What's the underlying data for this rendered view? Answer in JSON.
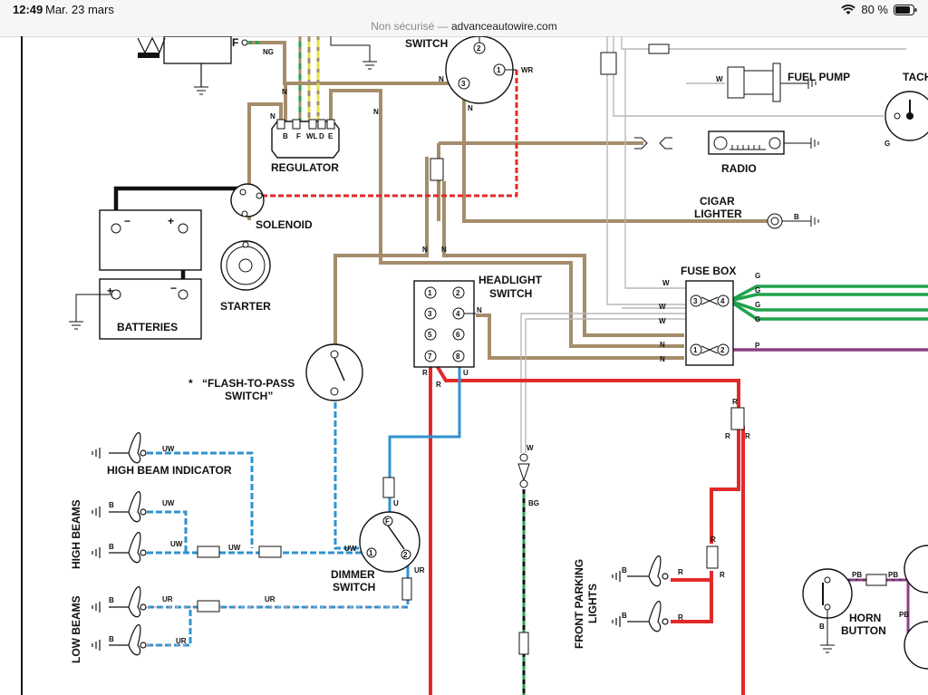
{
  "status_bar": {
    "time": "12:49",
    "date": "Mar. 23 mars",
    "battery": "80 %",
    "wifi_icon": "wifi-icon",
    "battery_icon": "battery-icon"
  },
  "address_bar": {
    "security": "Non sécurisé —",
    "domain": "advanceautowire.com"
  },
  "diagram": {
    "components": {
      "switch": "SWITCH",
      "regulator": "REGULATOR",
      "solenoid": "SOLENOID",
      "starter": "STARTER",
      "batteries": "BATTERIES",
      "fuel_pump": "FUEL PUMP",
      "tach": "TACH",
      "radio": "RADIO",
      "cigar_lighter_1": "CIGAR",
      "cigar_lighter_2": "LIGHTER",
      "fuse_box": "FUSE BOX",
      "headlight_switch_1": "HEADLIGHT",
      "headlight_switch_2": "SWITCH",
      "flash_to_pass_1": "“FLASH-TO-PASS",
      "flash_to_pass_2": "SWITCH”",
      "asterisk": "*",
      "high_beam_indicator": "HIGH BEAM INDICATOR",
      "high_beams": "HIGH BEAMS",
      "low_beams": "LOW BEAMS",
      "dimmer_switch_1": "DIMMER",
      "dimmer_switch_2": "SWITCH",
      "front_parking_lights_1": "FRONT PARKING",
      "front_parking_lights_2": "LIGHTS",
      "horn_button_1": "HORN",
      "horn_button_2": "BUTTON"
    },
    "regulator_terminals": [
      "B",
      "F",
      "WL",
      "D",
      "E"
    ],
    "headlight_switch_terminals": [
      "1",
      "2",
      "3",
      "4",
      "5",
      "6",
      "7",
      "8"
    ],
    "ignition_switch_terminals": [
      "2",
      "1",
      "3"
    ],
    "fuse_terminals": [
      "3",
      "4",
      "1",
      "2"
    ],
    "dimmer_terminals": [
      "F",
      "1",
      "2"
    ],
    "battery_signs": {
      "minus": "−",
      "plus": "+"
    },
    "wire_labels": {
      "f": "F",
      "ng": "NG",
      "n": "N",
      "wr": "WR",
      "w": "W",
      "g": "G",
      "b": "B",
      "p": "P",
      "r": "R",
      "u": "U",
      "uw": "UW",
      "ur": "UR",
      "bg": "BG",
      "pb": "PB"
    },
    "wire_colors": {
      "tan": "#a58d6b",
      "red": "#e02a2a",
      "blue": "#2f93cf",
      "green": "#1fa24a",
      "purple": "#8e3f86",
      "black": "#111111",
      "grey": "#b0b0b0"
    }
  }
}
